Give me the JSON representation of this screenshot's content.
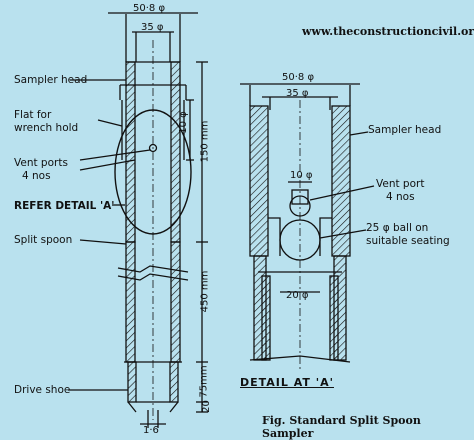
{
  "website": "www.theconstructioncivil.org",
  "caption": "Fig. Standard Split Spoon Sampler",
  "left_view": {
    "dims": {
      "outer_dia": "50·8 φ",
      "inner_dia": "35 φ",
      "flat_dia": "10 φ",
      "head_len": "150 mm",
      "spoon_len": "450 mm",
      "shoe_len": "75mm",
      "tip_len": "20",
      "tip_thk": "1·6"
    },
    "labels": {
      "sampler_head": "Sampler head",
      "flat_wrench_1": "Flat for",
      "flat_wrench_2": "wrench hold",
      "vent_ports_1": "Vent ports",
      "vent_ports_2": "4 nos",
      "refer_detail": "REFER DETAIL 'A'",
      "split_spoon": "Split spoon",
      "drive_shoe": "Drive shoe"
    }
  },
  "detail_view": {
    "title": "DETAIL AT 'A'",
    "dims": {
      "outer_dia": "50·8 φ",
      "inner_dia": "35 φ",
      "vent_dia": "10 φ",
      "seat_dia": "20 φ"
    },
    "labels": {
      "sampler_head": "Sampler head",
      "vent_port_1": "Vent port",
      "vent_port_2": "4 nos",
      "ball_1": "25 φ ball on",
      "ball_2": "suitable seating"
    }
  },
  "colors": {
    "background": "#b9e1ee",
    "ink": "#111111"
  }
}
